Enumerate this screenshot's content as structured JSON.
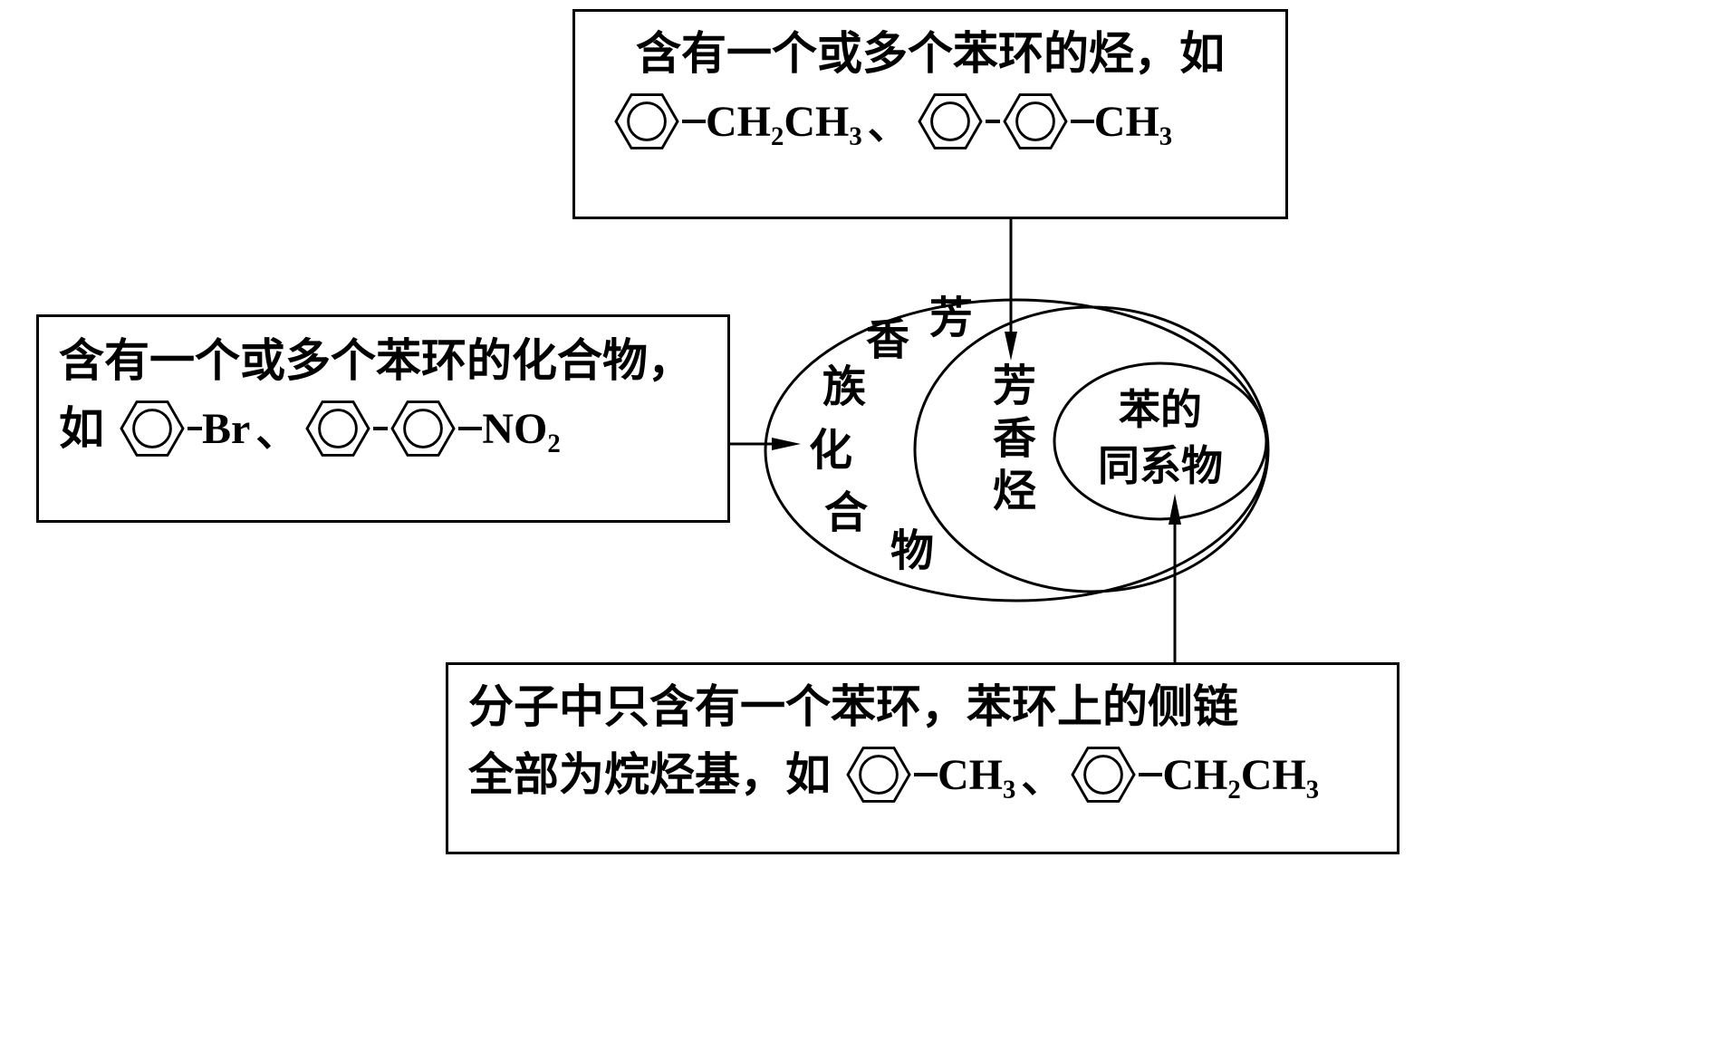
{
  "boxes": {
    "top": {
      "line1": "含有一个或多个苯环的烃，如",
      "ex1_formula": "CH₂CH₃",
      "separator": "、",
      "ex2_formula": "CH₃"
    },
    "left": {
      "line1": "含有一个或多个苯环的化合物，",
      "line2_prefix": "如",
      "ex1_formula": "Br",
      "separator": "、",
      "ex2_formula": "NO₂"
    },
    "bottom": {
      "line1": "分子中只含有一个苯环，苯环上的侧链",
      "line2_prefix": "全部为烷烃基，如",
      "ex1_formula": "CH₃",
      "separator": "、",
      "ex2_formula": "CH₂CH₃"
    }
  },
  "euler": {
    "outer_label_chars": [
      "芳",
      "香",
      "族",
      "化",
      "合",
      "物"
    ],
    "middle_label_chars": [
      "芳",
      "香",
      "烃"
    ],
    "inner_label_line1": "苯的",
    "inner_label_line2": "同系物"
  },
  "colors": {
    "ink": "#000000",
    "background": "#ffffff"
  }
}
